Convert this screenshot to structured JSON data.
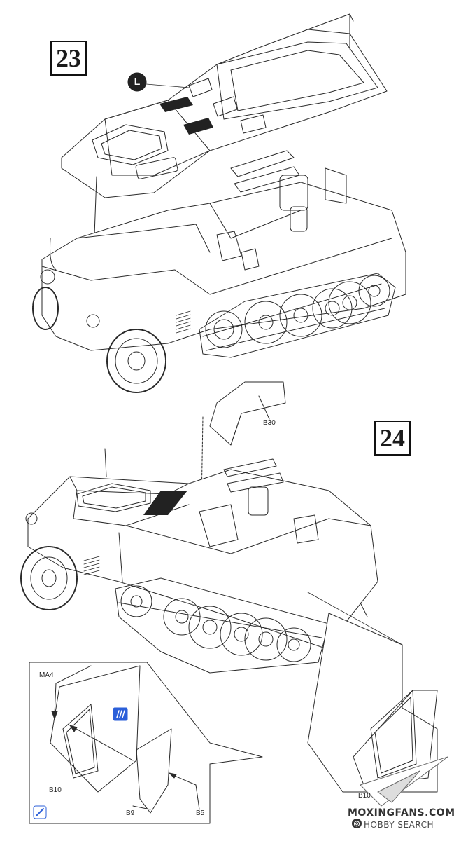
{
  "steps": {
    "step_23": "23",
    "step_24": "24"
  },
  "callouts": {
    "l_marker": "L"
  },
  "parts": {
    "b30": "B30",
    "ma4": "MA4",
    "b10_left": "B10",
    "b9": "B9",
    "b5": "B5",
    "b10_right": "B10"
  },
  "watermark": {
    "site": "MOXINGFANS.COM",
    "brand": "HOBBY SEARCH"
  },
  "colors": {
    "line": "#2a2a2a",
    "paper": "#ffffff",
    "pe_blue": "#2b5fd9"
  }
}
